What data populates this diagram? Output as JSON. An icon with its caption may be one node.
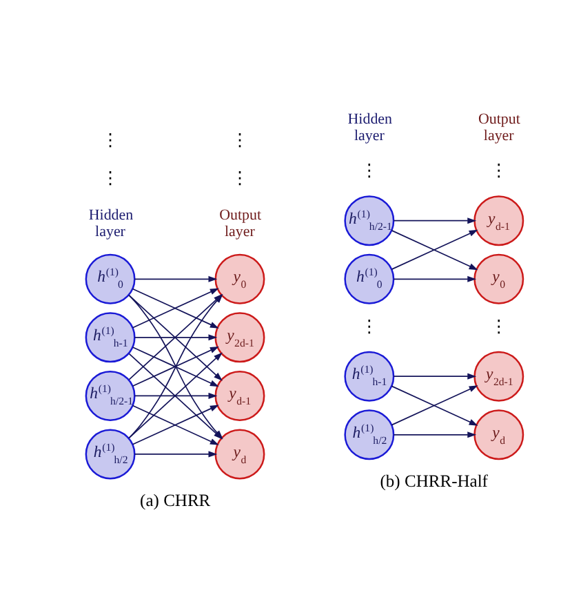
{
  "diagram": {
    "nodes": [
      {
        "text": [
          "h$^{(1)}$$_{0}$"
        ]
      },
      {
        "text": [
          "h$^{(1)}$$_{h/2-1}$"
        ]
      },
      {
        "text": [
          "h$^{(1)}$$_{h/2}$"
        ]
      },
      {
        "text": [
          "h$^{(1)}$$_{h-1}$"
        ]
      },
      {
        "text": [
          "y$_{0}$"
        ]
      },
      {
        "text": [
          "y$_{d-1}$"
        ]
      },
      {
        "text": [
          "y$_{d}$"
        ]
      },
      {
        "text": [
          "y$_{2d-1}$"
        ]
      },
      {
        "text": [
          "h$^{(1)}$$_{0}$"
        ]
      },
      {
        "text": [
          "h$^{(1)}$$_{h/2-1}$"
        ]
      },
      {
        "text": [
          "h$^{(1)}$$_{h/2}$"
        ]
      },
      {
        "text": [
          "h$^{(1)}$$_{h-1}$"
        ]
      },
      {
        "text": [
          "y$_{0}$"
        ]
      },
      {
        "text": [
          "y$_{d-1}$"
        ]
      },
      {
        "text": [
          "y$_{d}$"
        ]
      },
      {
        "text": [
          "y$_{2d-1}$"
        ]
      }
    ],
    "edges": [
      {
        "from": 0,
        "to": 4,
        "arrow": "to"
      },
      {
        "from": 0,
        "to": 5,
        "arrow": "to"
      },
      {
        "from": 0,
        "to": 6,
        "arrow": "to"
      },
      {
        "from": 0,
        "to": 7,
        "arrow": "to"
      },
      {
        "from": 1,
        "to": 4,
        "arrow": "to"
      },
      {
        "from": 1,
        "to": 5,
        "arrow": "to"
      },
      {
        "from": 1,
        "to": 6,
        "arrow": "to"
      },
      {
        "from": 1,
        "to": 7,
        "arrow": "to"
      },
      {
        "from": 2,
        "to": 4,
        "arrow": "to"
      },
      {
        "from": 2,
        "to": 5,
        "arrow": "to"
      },
      {
        "from": 2,
        "to": 6,
        "arrow": "to"
      },
      {
        "from": 2,
        "to": 7,
        "arrow": "to"
      },
      {
        "from": 3,
        "to": 4,
        "arrow": "to"
      },
      {
        "from": 3,
        "to": 5,
        "arrow": "to"
      },
      {
        "from": 3,
        "to": 6,
        "arrow": "to"
      },
      {
        "from": 3,
        "to": 7,
        "arrow": "to"
      },
      {
        "from": 8,
        "to": 12,
        "arrow": "to"
      },
      {
        "from": 8,
        "to": 13,
        "arrow": "to"
      },
      {
        "from": 9,
        "to": 12,
        "arrow": "to"
      },
      {
        "from": 9,
        "to": 13,
        "arrow": "to"
      },
      {
        "from": 10,
        "to": 14,
        "arrow": "to"
      },
      {
        "from": 10,
        "to": 15,
        "arrow": "to"
      },
      {
        "from": 11,
        "to": 14,
        "arrow": "to"
      },
      {
        "from": 11,
        "to": 15,
        "arrow": "to"
      }
    ],
    "labels": [
      "Hidden layer",
      "Output layer",
      "Hidden layer",
      "Output layer",
      "⋮",
      "⋮",
      "⋮",
      "⋮",
      "⋮",
      "⋮",
      "⋮",
      "⋮",
      "(a) CHRR",
      "(b) CHRR-Half"
    ]
  }
}
